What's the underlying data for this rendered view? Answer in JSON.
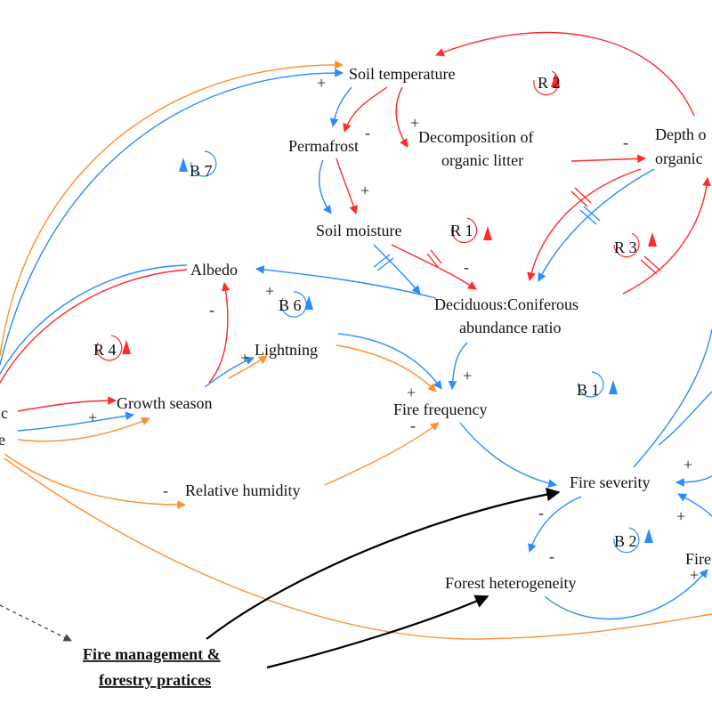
{
  "colors": {
    "red": "#ff2a2a",
    "blue": "#2a8cff",
    "orange": "#ff9030",
    "black": "#000000",
    "text": "#111111"
  },
  "variables": {
    "soil_temperature": "Soil temperature",
    "permafrost": "Permafrost",
    "decomposition_1": "Decomposition of",
    "decomposition_2": "organic litter",
    "depth_1": "Depth o",
    "depth_2": "organic",
    "soil_moisture": "Soil moisture",
    "albedo": "Albedo",
    "deciduous_1": "Deciduous:Coniferous",
    "deciduous_2": "abundance ratio",
    "lightning": "Lightning",
    "growth_season": "Growth season",
    "fire_frequency": "Fire frequency",
    "relative_humidity": "Relative humidity",
    "fire_severity": "Fire severity",
    "forest_heterogeneity": "Forest heterogeneity",
    "fire_partial": "Fire",
    "climate_partial_1": "ic",
    "climate_partial_2": "e",
    "fire_management_1": "Fire management &",
    "fire_management_2": "forestry pratices"
  },
  "loops": {
    "r1": "R 1",
    "r2": "R 2",
    "r3": "R 3",
    "r4": "R 4",
    "b1": "B 1",
    "b2": "B 2",
    "b6": "B 6",
    "b7": "B 7"
  },
  "signs": {
    "plus": "+",
    "minus": "-"
  }
}
